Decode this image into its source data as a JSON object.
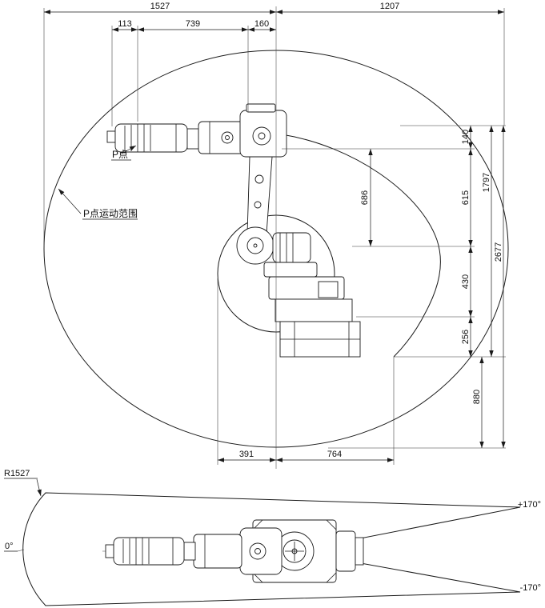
{
  "side_view": {
    "dims": {
      "d1527": "1527",
      "d1207": "1207",
      "d113": "113",
      "d739": "739",
      "d160": "160",
      "d140": "140",
      "d1797": "1797",
      "d615": "615",
      "d686": "686",
      "d2677": "2677",
      "d430": "430",
      "d256": "256",
      "d880": "880",
      "d391": "391",
      "d764": "764"
    },
    "labels": {
      "p_point": "P点",
      "p_range": "P点运动范围"
    }
  },
  "top_view": {
    "labels": {
      "radius": "R1527",
      "zero_deg": "0°",
      "plus_limit": "+170°",
      "minus_limit": "-170°"
    }
  }
}
